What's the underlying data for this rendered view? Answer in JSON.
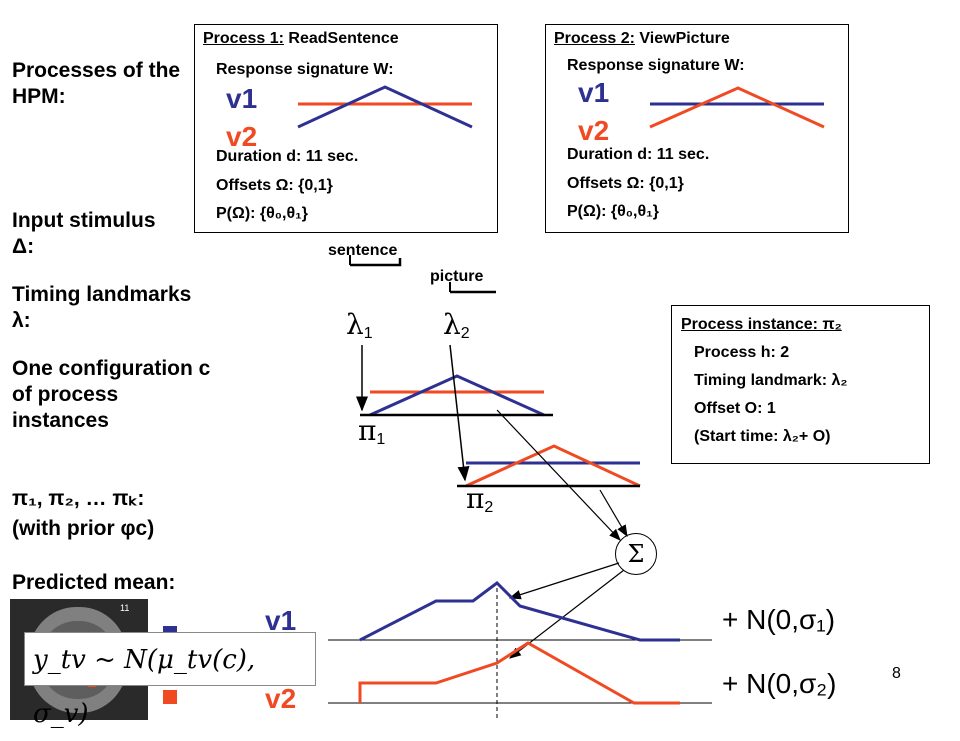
{
  "labels": {
    "processes": "Processes of the HPM:",
    "input_stimulus": "Input stimulus Δ:",
    "timing_landmarks": "Timing landmarks λ:",
    "configuration_text": "One configuration c of process instances",
    "instances_list": "π₁, π₂, … πₖ:",
    "prior": "(with prior φc)",
    "predicted_mean": "Predicted mean:"
  },
  "process1": {
    "title_prefix": "Process 1:",
    "title_name": "ReadSentence",
    "signature": "Response signature W:",
    "v1": "v1",
    "v2": "v2",
    "duration": "Duration d: 11 sec.",
    "offsets": "Offsets Ω: {0,1}",
    "prob": "P(Ω): {θ₀,θ₁}"
  },
  "process2": {
    "title_prefix": "Process 2:",
    "title_name": "ViewPicture",
    "signature": "Response signature W:",
    "v1": "v1",
    "v2": "v2",
    "duration": "Duration d: 11 sec.",
    "offsets": "Offsets Ω: {0,1}",
    "prob": "P(Ω): {θ₀,θ₁}"
  },
  "stimuli": {
    "sentence": "sentence",
    "picture": "picture"
  },
  "landmarks": {
    "lambda1": "λ",
    "lambda1_sub": "1",
    "lambda2": "λ",
    "lambda2_sub": "2",
    "pi1": "π",
    "pi1_sub": "1",
    "pi2": "π",
    "pi2_sub": "2",
    "sum": "Σ"
  },
  "instance_box": {
    "title": "Process instance: π₂",
    "process": "Process h: 2",
    "landmark": "Timing landmark: λ₂",
    "offset": "Offset O: 1",
    "start": "(Start time: λ₂+ O)"
  },
  "predicted": {
    "v1": "v1",
    "v2": "v2",
    "noise1": "+ N(0,σ₁)",
    "noise2": "+ N(0,σ₂)",
    "brain_number": "11"
  },
  "formula": "y_tv ~ N(μ_tv(c), σ_v)",
  "slide_number": "8",
  "colors": {
    "blue": "#2e3192",
    "red": "#f04a23"
  }
}
